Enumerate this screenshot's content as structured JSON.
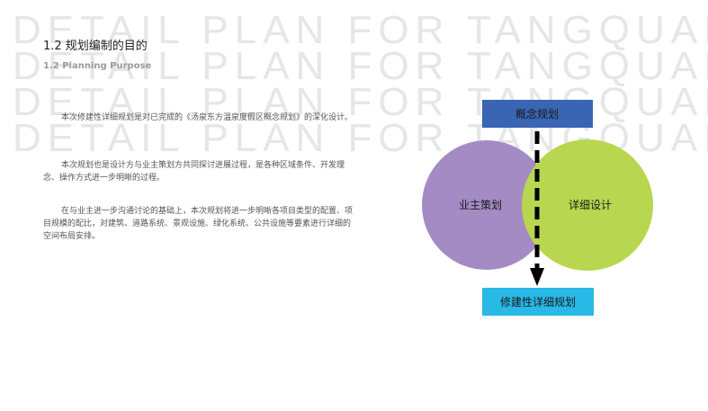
{
  "watermark": {
    "lines": [
      "DETAIL PLAN FOR TANGQUAN",
      "DETAIL PLAN FOR TANGQUAN",
      "DETAIL PLAN FOR TANGQUAN",
      "DETAIL PLAN FOR TANGQUAN"
    ]
  },
  "header": {
    "title": "1.2  规划编制的目的",
    "subtitle": "1.2 Planning Purpose"
  },
  "paragraphs": [
    "本次修建性详细规划是对已完成的《汤泉东方温泉度假区概念规划》的深化设计。",
    "本次规划也是设计方与业主策划方共同探讨进展过程，是各种区域条件、开发理念、操作方式进一步明晰的过程。",
    "在与业主进一步沟通讨论的基础上，本次规划将进一步明晰各项目类型的配置、项目规模的配比，对建筑、道路系统、景观设施、绿化系统、公共设施等要素进行详细的空间布局安排。"
  ],
  "diagram": {
    "top_box": "概念规划",
    "left_circle": "业主策划",
    "right_circle": "详细设计",
    "bottom_box": "修建性详细规划",
    "colors": {
      "top_box": "#3a64b4",
      "left_circle": "#a48bc4",
      "right_circle": "#b8d650",
      "bottom_box": "#29b9e6"
    }
  }
}
